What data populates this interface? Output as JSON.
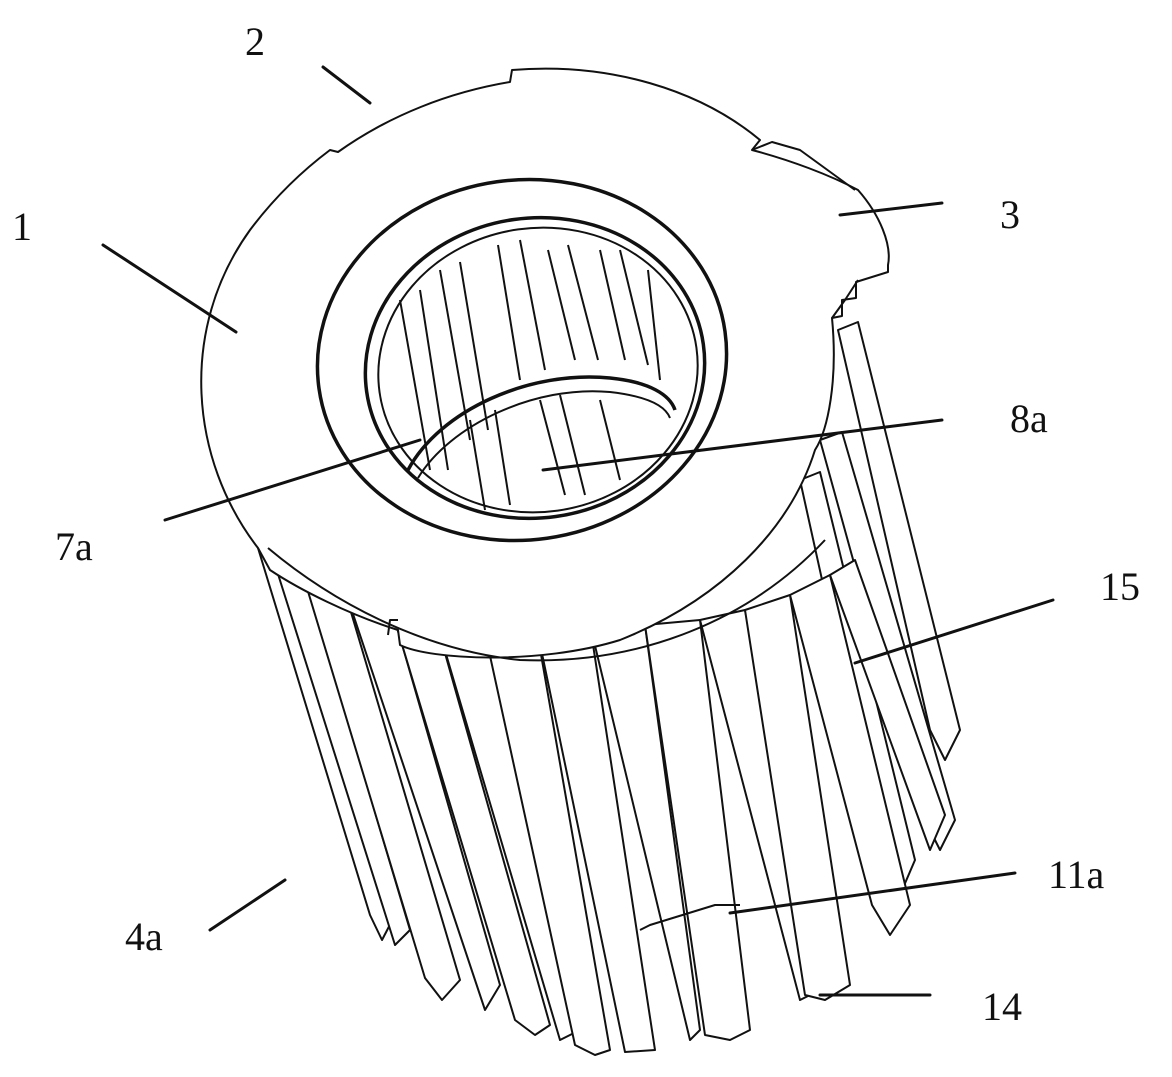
{
  "figure": {
    "labels": {
      "l1": "1",
      "l2": "2",
      "l3": "3",
      "l7a": "7a",
      "l8a": "8a",
      "l15": "15",
      "l4a": "4a",
      "l11a": "11a",
      "l14": "14"
    },
    "line_color": "#111111",
    "background": "#ffffff"
  }
}
